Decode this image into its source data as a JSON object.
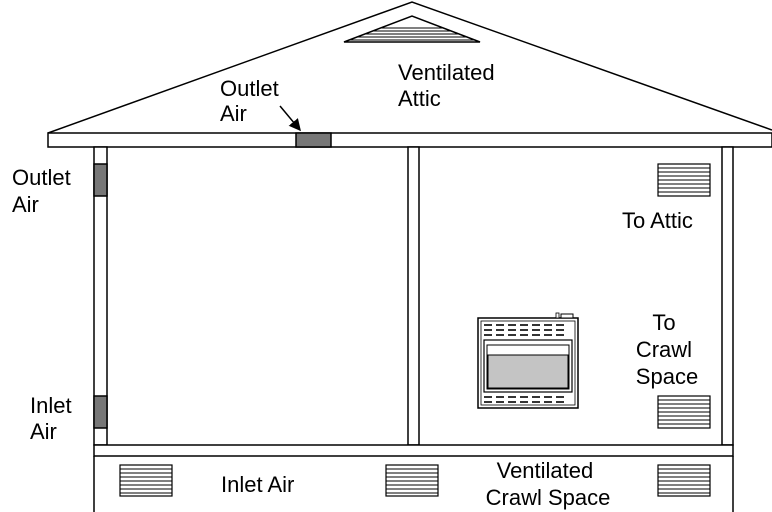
{
  "labels": {
    "outlet_air_roof": [
      "Outlet",
      "Air"
    ],
    "ventilated_attic": [
      "Ventilated",
      "Attic"
    ],
    "outlet_air_wall": [
      "Outlet",
      "Air"
    ],
    "inlet_air_wall": [
      "Inlet",
      "Air"
    ],
    "to_attic": "To Attic",
    "to_crawl_space": [
      "To",
      "Crawl",
      "Space"
    ],
    "inlet_air_crawl": "Inlet Air",
    "ventilated_crawl_space": [
      "Ventilated",
      "Crawl Space"
    ]
  },
  "colors": {
    "line": "#000000",
    "vent_fill": "#777777",
    "heater_window": "#c4c4c4",
    "background": "#ffffff"
  },
  "icons": {
    "louvered_vent": "louvered-vent-icon",
    "wall_heater": "wall-heater-icon",
    "arrow": "arrow-icon"
  }
}
